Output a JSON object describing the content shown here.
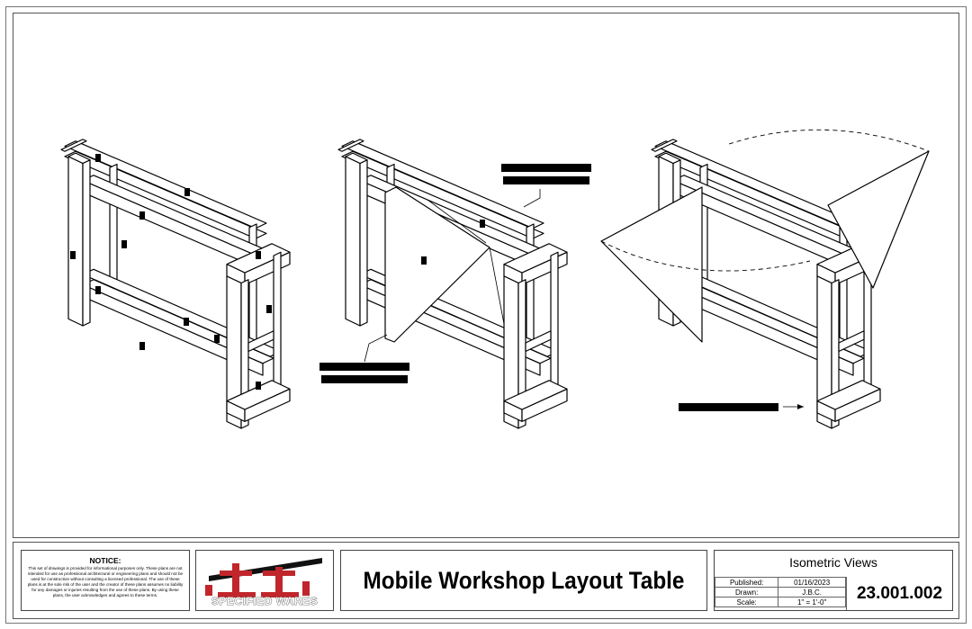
{
  "notice": {
    "title": "NOTICE:",
    "body": "This set of drawings is provided for informational purposes only. These plans are not intended for use as professional architectural or engineering plans and should not be used for construction without consulting a licensed professional. The use of these plans is at the sole risk of the user and the creator of these plans assumes no liability for any damages or injuries resulting from the use of these plans. By using these plans, the user acknowledges and agrees to these terms."
  },
  "logo": {
    "text": "SPECIFIED WARES",
    "colors": {
      "red": "#c0262b",
      "black": "#111111"
    }
  },
  "drawing_title": "Mobile Workshop Layout Table",
  "view_title": "Isometric Views",
  "meta": {
    "published_label": "Published:",
    "published_value": "01/16/2023",
    "drawn_label": "Drawn:",
    "drawn_value": "J.B.C.",
    "scale_label": "Scale:",
    "scale_value": "1\" = 1'-0\""
  },
  "sheet_number": "23.001.002"
}
